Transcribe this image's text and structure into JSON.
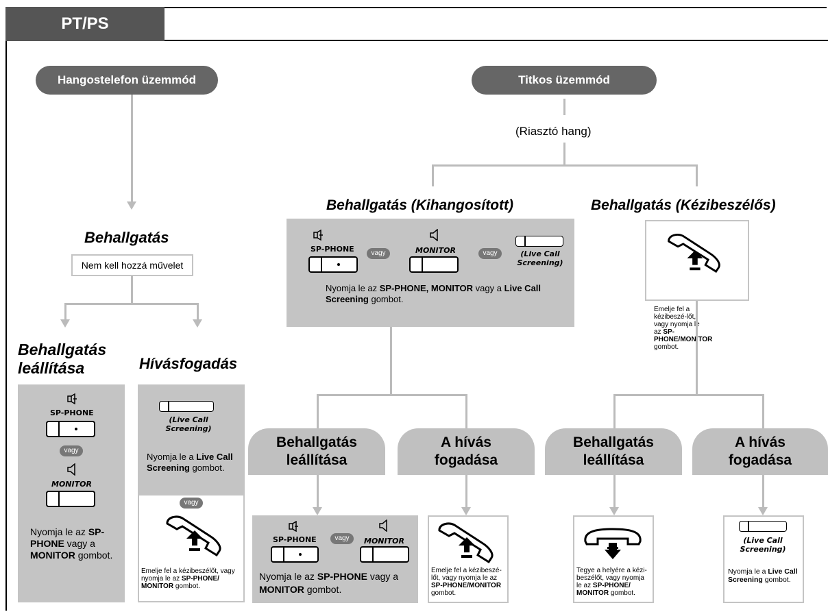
{
  "header": {
    "tab_label": "PT/PS"
  },
  "left": {
    "pill": "Hangostelefon üzemmód",
    "heading": "Behallgatás",
    "note": "Nem kell hozzá művelet",
    "stop_heading": "Behallgatás leállítása",
    "answer_heading": "Hívásfogadás",
    "stop_box": {
      "sp_phone": "SP-PHONE",
      "vagy": "vagy",
      "monitor": "MONITOR",
      "text_pre": "Nyomja le az ",
      "text_b1": "SP-PHONE",
      "text_mid": " vagy a ",
      "text_b2": "MONITOR",
      "text_post": " gombot."
    },
    "answer_box": {
      "lcs": "(Live Call Screening)",
      "text_pre": "Nyomja le a ",
      "text_b": "Live Call Screening",
      "text_post": " gombot.",
      "vagy": "vagy",
      "lift_pre": "Emelje fel a kézibeszélőt, vagy nyomja le az ",
      "lift_b": "SP-PHONE/ MONITOR",
      "lift_post": " gombot."
    }
  },
  "right": {
    "pill": "Titkos üzemmód",
    "alarm": "(Riasztó hang)",
    "hands_free_heading": "Behallgatás (Kihangosított)",
    "handset_heading": "Behallgatás (Kézibeszélős)",
    "hf_box": {
      "sp_phone": "SP-PHONE",
      "vagy1": "vagy",
      "monitor": "MONITOR",
      "vagy2": "vagy",
      "lcs": "(Live Call Screening)",
      "text_pre": "Nyomja le az ",
      "text_b1": "SP-PHONE, MONITOR",
      "text_mid": " vagy a ",
      "text_b2": "Live Call Screening",
      "text_post": " gombot."
    },
    "hs_box": {
      "text_pre": "Emelje fel a kézibeszé-lőt, vagy nyomja le az ",
      "text_b": "SP-PHONE/MONITOR",
      "text_post": " gombot."
    },
    "sub": [
      {
        "label": "Behallgatás leállítása"
      },
      {
        "label": "A hívás fogadása"
      },
      {
        "label": "Behallgatás leállítása"
      },
      {
        "label": "A hívás fogadása"
      }
    ],
    "box1": {
      "sp_phone": "SP-PHONE",
      "vagy": "vagy",
      "monitor": "MONITOR",
      "text_pre": "Nyomja le az ",
      "text_b1": "SP-PHONE",
      "text_mid": " vagy a ",
      "text_b2": "MONITOR",
      "text_post": " gombot."
    },
    "box2": {
      "text_pre": "Emelje fel a kézibeszé-lőt, vagy nyomja le az ",
      "text_b": "SP-PHONE/MONITOR",
      "text_post": " gombot."
    },
    "box3": {
      "text_pre": "Tegye a helyére a kézi-beszélőt, vagy nyomja le az ",
      "text_b": "SP-PHONE/ MONITOR",
      "text_post": " gombot."
    },
    "box4": {
      "lcs": "(Live Call Screening)",
      "text_pre": "Nyomja le a ",
      "text_b": "Live Call Screening",
      "text_post": " gombot."
    }
  }
}
